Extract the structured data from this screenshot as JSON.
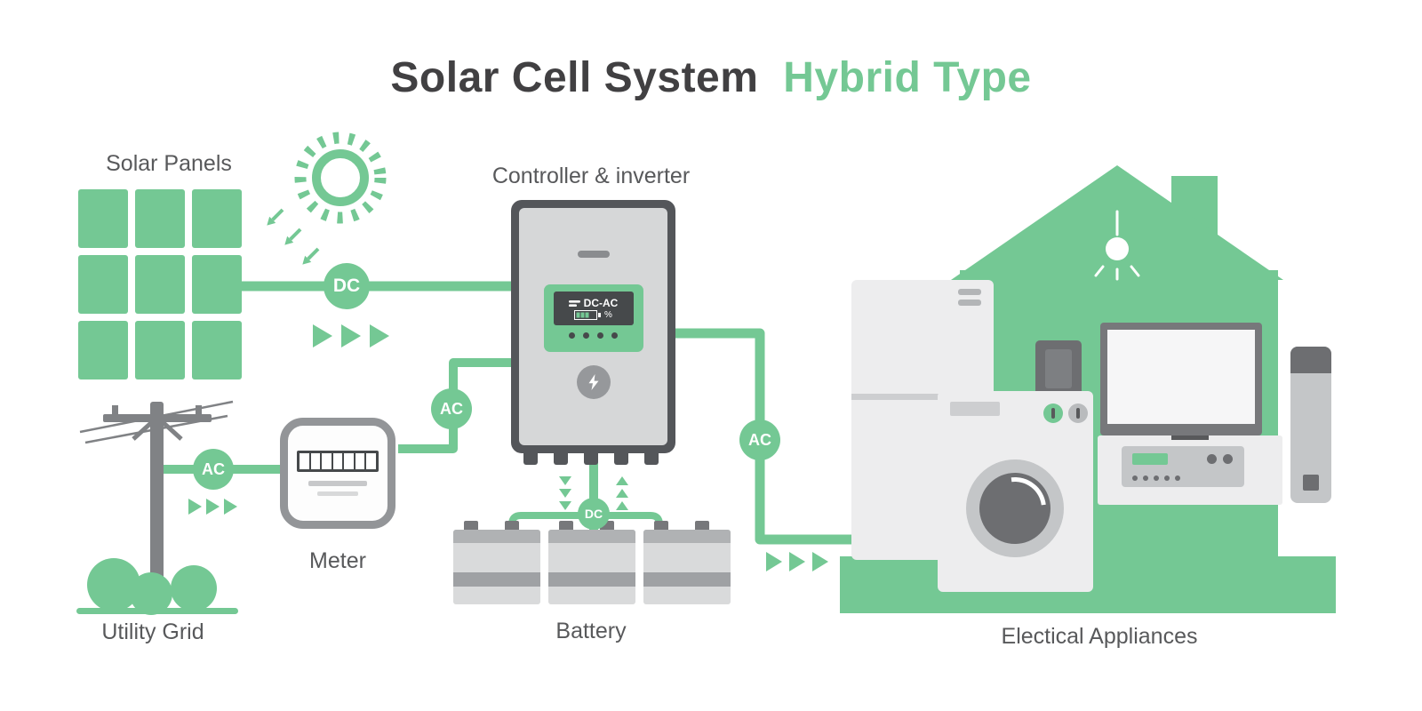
{
  "title": {
    "main": "Solar Cell System",
    "accent": "Hybrid Type"
  },
  "colors": {
    "green": "#74c894",
    "title_text": "#414042",
    "label_text": "#58595b",
    "appliance_gray": "#ededee",
    "dark_gray": "#54565a"
  },
  "nodes": {
    "solar_panels": {
      "label": "Solar Panels"
    },
    "controller": {
      "label": "Controller & inverter",
      "display": {
        "mode": "DC-AC",
        "percent": "%"
      }
    },
    "meter": {
      "label": "Meter"
    },
    "utility_grid": {
      "label": "Utility Grid"
    },
    "battery": {
      "label": "Battery"
    },
    "appliances": {
      "label": "Electical Appliances"
    }
  },
  "connections": {
    "solar_to_inverter": {
      "label": "DC"
    },
    "grid_to_meter": {
      "label": "AC"
    },
    "meter_to_inverter": {
      "label": "AC"
    },
    "inverter_to_battery": {
      "label": "DC"
    },
    "inverter_to_appliances": {
      "label": "AC"
    }
  }
}
